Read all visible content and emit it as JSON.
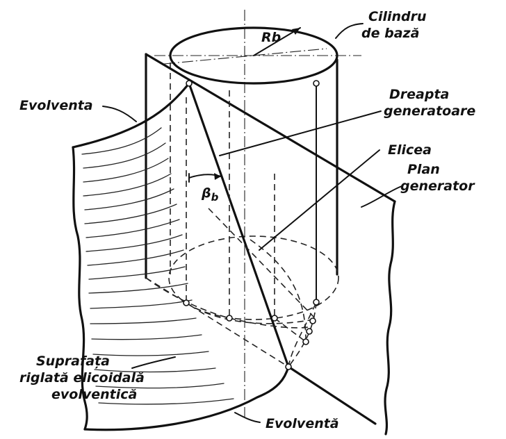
{
  "labels": {
    "cilindru_line1": "Cilindru",
    "cilindru_line2": "de bază",
    "rb": "Rb",
    "evolventa_top": "Evolventa",
    "dreapta_line1": "Dreapta",
    "dreapta_line2": "generatoare",
    "elicea": "Elicea",
    "plan_line1": "Plan",
    "plan_line2": "generator",
    "beta": "β",
    "beta_sub": "b",
    "suprafata_line1": "Suprafața",
    "suprafata_line2": "riglată elicoidală",
    "suprafata_line3": "evolventică",
    "evolventa_bottom": "Evolventă"
  }
}
